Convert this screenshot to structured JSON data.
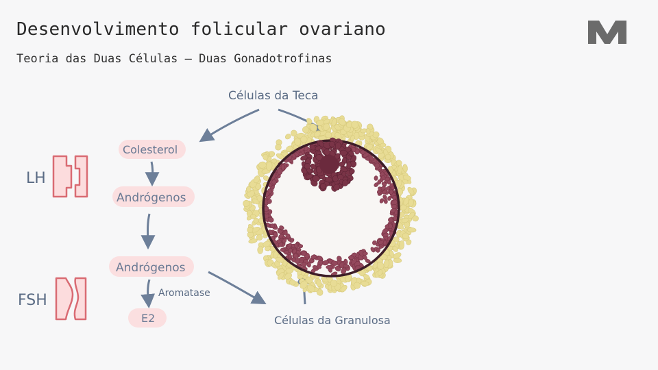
{
  "header": {
    "title": "Desenvolvimento folicular ovariano",
    "subtitle": "Teoria das Duas Células – Duas Gonadotrofinas"
  },
  "diagram": {
    "labels": {
      "theca": "Células da Teca",
      "granulosa": "Células da Granulosa",
      "lh": "LH",
      "fsh": "FSH",
      "aromatase": "Aromatase"
    },
    "pills": {
      "colesterol": "Colesterol",
      "androgenos_teca": "Andrógenos",
      "androgenos_granulosa": "Andrógenos",
      "e2": "E2"
    }
  },
  "colors": {
    "pill_bg": "#fbdfe0",
    "receptor": "#d96b73",
    "arrow": "#6d7f99",
    "theca_cells": "#e8dc95",
    "granulosa_cells": "#93485c",
    "oocyte": "#7a3447",
    "membrane": "#3d1d28"
  }
}
